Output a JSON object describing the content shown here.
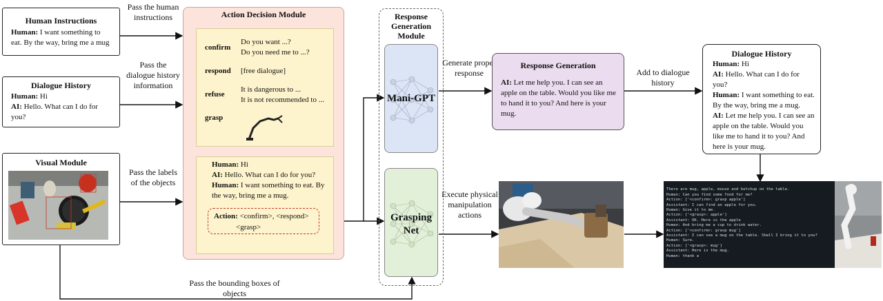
{
  "human_instructions": {
    "title": "Human Instructions",
    "speaker": "Human:",
    "text": "I want something to eat. By the way, bring me a mug"
  },
  "dialogue_history_left": {
    "title": "Dialogue History",
    "lines": [
      {
        "speaker": "Human:",
        "text": "Hi"
      },
      {
        "speaker": "AI:",
        "text": "Hello. What can I do for you?"
      }
    ]
  },
  "visual_module": {
    "title": "Visual Module"
  },
  "labels": {
    "pass_instructions": "Pass the human instructions",
    "pass_history": "Pass the dialogue history information",
    "pass_labels": "Pass the labels of the objects",
    "pass_bboxes": "Pass the bounding boxes of objects",
    "generate_response": "Generate proper response",
    "execute_actions": "Execute physical manipulation actions",
    "add_to_history": "Add to dialogue history"
  },
  "action_decision": {
    "title": "Action Decision Module",
    "actions": [
      {
        "name": "confirm",
        "desc": [
          "Do you want ...?",
          "Do you need me to ...?"
        ]
      },
      {
        "name": "respond",
        "desc": [
          "[free dialogue]"
        ]
      },
      {
        "name": "refuse",
        "desc": [
          "It is dangerous to ...",
          "It is not recommended to ..."
        ]
      },
      {
        "name": "grasp",
        "desc": []
      }
    ],
    "dialogue": [
      {
        "speaker": "Human:",
        "text": "Hi"
      },
      {
        "speaker": "AI:",
        "text": "Hello. What can I do for you?"
      },
      {
        "speaker": "Human:",
        "text": "I want something to eat. By the way, bring me a mug."
      }
    ],
    "action_label": "Action:",
    "action_line1": "<confirm>, <respond>",
    "action_line2": "<grasp>"
  },
  "response_module": {
    "title": "Response Generation Module",
    "mani_gpt": "Mani-GPT",
    "grasping_net": "Grasping Net"
  },
  "response_generation": {
    "title": "Response Generation",
    "speaker": "AI:",
    "text": "Let me help you. I can see an apple on the table. Would you like me to hand it to you?  And here is your mug."
  },
  "dialogue_history_right": {
    "title": "Dialogue History",
    "lines": [
      {
        "speaker": "Human:",
        "text": "Hi"
      },
      {
        "speaker": "AI:",
        "text": "Hello. What can I do for you?"
      },
      {
        "speaker": "Human:",
        "text": "I want something to eat. By the way, bring me a mug."
      },
      {
        "speaker": "AI:",
        "text": "Let me help you. I can see an apple on the table. Would you like me to hand it to you? And here is your mug."
      }
    ]
  },
  "terminal": {
    "lines": [
      "There are mug, apple, mouse and ketchup on the table.",
      "Human: Can you find some food for me?",
      "Action: ['<confirm>: grasp apple']",
      "Assistant: I can find an apple for you.",
      "Human: Give it to me.",
      "Action: ['<grasp>: apple']",
      "Assistant: OK. Here is the apple",
      "Human: And bring me a cup to drink water.",
      "Action: ['<confirm>: grasp mug']",
      "Assistant: I can see a mug on the table. Shall I bring it to you?",
      "Human: Sure.",
      "Action: ['<grasp>: mug']",
      "Assistant: Here is the mug.",
      "Human: thank a"
    ]
  },
  "colors": {
    "action_module_bg": "#fce4dc",
    "action_module_border": "#c9a59a",
    "yellow_panel": "#fdf3cc",
    "mani_gpt_bg": "#dbe5f6",
    "grasping_bg": "#e3f0d9",
    "response_gen_bg": "#ecdcef",
    "action_dashed": "#c0392b"
  }
}
